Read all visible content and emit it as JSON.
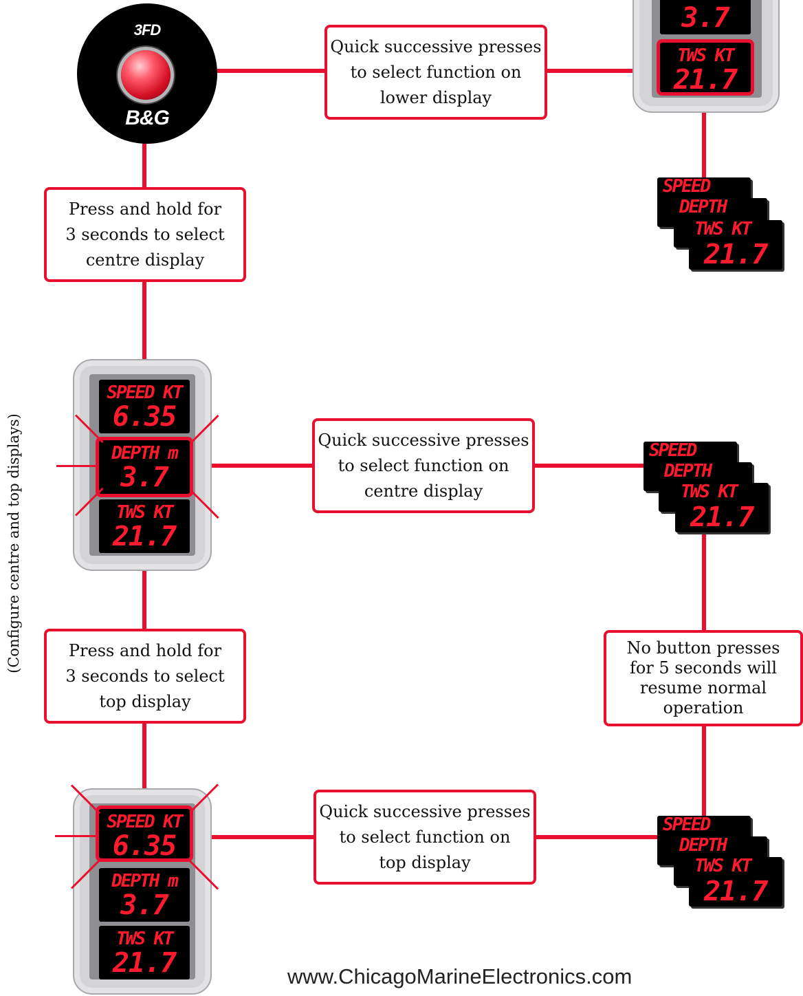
{
  "button": {
    "model": "3FD",
    "brand": "B&G"
  },
  "side_label": "(Configure centre and top displays)",
  "website": "www.ChicagoMarineElectronics.com",
  "boxes": {
    "lower_function": "Quick successive presses\nto select function on\nlower display",
    "hold_centre": "Press and hold for\n3 seconds to select\ncentre display",
    "centre_function": "Quick successive presses\nto select function on\ncentre display",
    "hold_top": "Press and hold for\n3 seconds to select\ntop display",
    "resume": "No button presses\nfor 5 seconds will\nresume normal\noperation",
    "top_function": "Quick successive presses\nto select function on\ntop display"
  },
  "displays": {
    "speed_label": "SPEED KT",
    "speed_value": "6.35",
    "depth_label": "DEPTH m",
    "depth_value": "3.7",
    "tws_label": "TWS KT",
    "tws_value": "21.7",
    "stack_speed": "SPEED",
    "stack_depth": "DEPTH",
    "stack_tws": "TWS KT",
    "stack_value": "21.7"
  },
  "colors": {
    "accent": "#e8102e",
    "led": "#ff1a2e"
  }
}
